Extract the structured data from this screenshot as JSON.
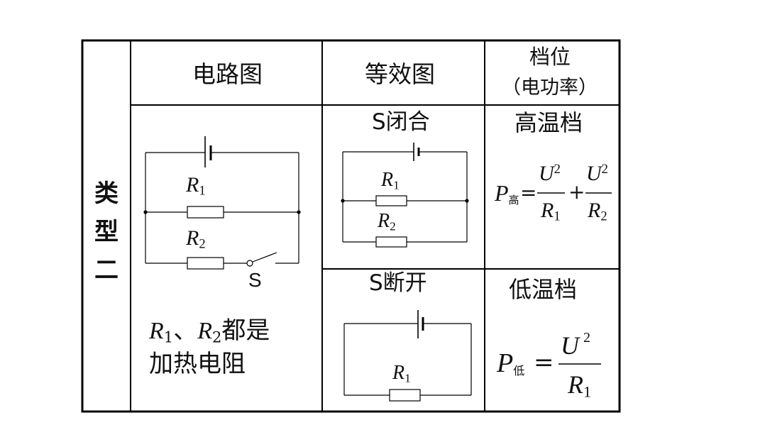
{
  "table": {
    "row_label": [
      "类",
      "型",
      "二"
    ],
    "headers": {
      "circuit": "电路图",
      "equivalent": "等效图",
      "gear_line1": "档位",
      "gear_line2": "（电功率）"
    },
    "circuit_cell": {
      "r1": "R",
      "r1_sub": "1",
      "r2": "R",
      "r2_sub": "2",
      "switch": "S",
      "note_r1": "R",
      "note_r1_sub": "1",
      "note_sep": "、",
      "note_r2": "R",
      "note_r2_sub": "2",
      "note_line1_rest": "都是",
      "note_line2": "加热电阻"
    },
    "closed_case": {
      "label": "S闭合",
      "r1": "R",
      "r1_sub": "1",
      "r2": "R",
      "r2_sub": "2",
      "gear": "高温档",
      "formula": {
        "p": "P",
        "p_sub": "高",
        "eq": "=",
        "u": "U",
        "sq": "2",
        "plus": "+",
        "den1": "R",
        "den1_sub": "1",
        "den2": "R",
        "den2_sub": "2"
      }
    },
    "open_case": {
      "label": "S断开",
      "r1": "R",
      "r1_sub": "1",
      "gear": "低温档",
      "formula": {
        "p": "P",
        "p_sub": "低",
        "eq": "=",
        "u": "U",
        "sq": "2",
        "den": "R",
        "den_sub": "1"
      }
    }
  }
}
